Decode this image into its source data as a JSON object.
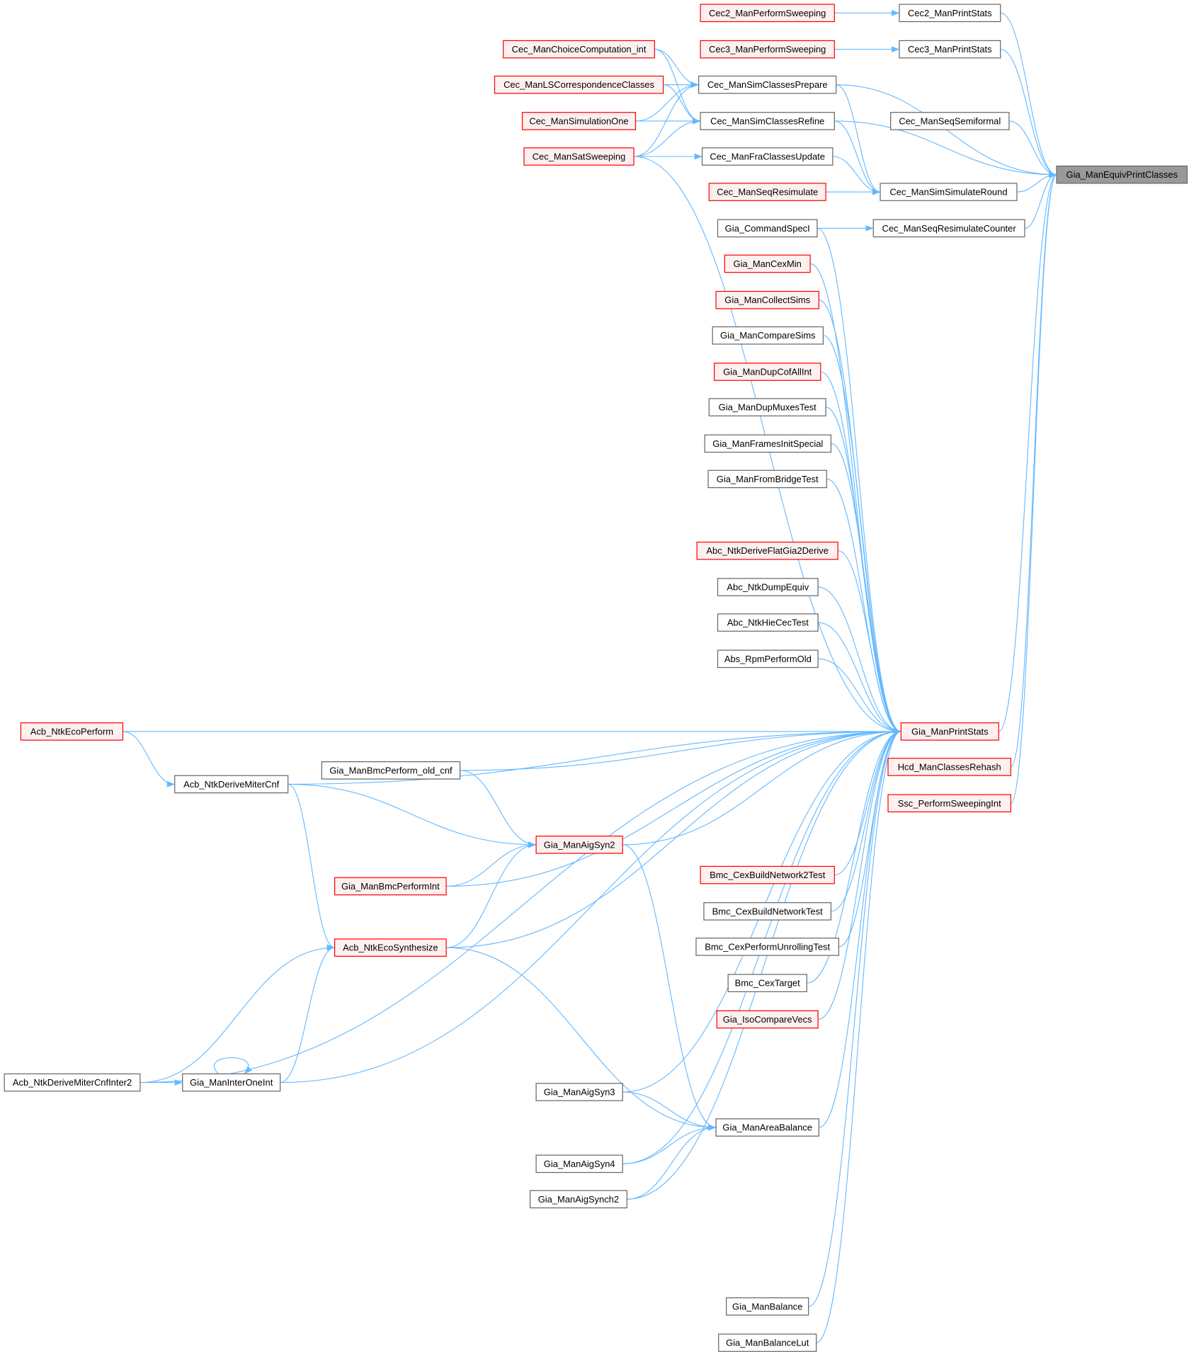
{
  "colors": {
    "edge": "#63b8ff",
    "red_border": "#ff0000",
    "red_fill": "#fff0f0",
    "highlight_fill": "#999999",
    "normal_border": "#666666"
  },
  "nodes": [
    {
      "label": "Cec2_ManPerformSweeping",
      "style": "red"
    },
    {
      "label": "Cec2_ManPrintStats",
      "style": "normal"
    },
    {
      "label": "Cec3_ManPerformSweeping",
      "style": "red"
    },
    {
      "label": "Cec3_ManPrintStats",
      "style": "normal"
    },
    {
      "label": "Cec_ManChoiceComputation_int",
      "style": "red"
    },
    {
      "label": "Cec_ManSimClassesPrepare",
      "style": "normal"
    },
    {
      "label": "Cec_ManLSCorrespondenceClasses",
      "style": "red"
    },
    {
      "label": "Cec_ManSimClassesRefine",
      "style": "normal"
    },
    {
      "label": "Cec_ManSimulationOne",
      "style": "red"
    },
    {
      "label": "Cec_ManSeqSemiformal",
      "style": "normal"
    },
    {
      "label": "Cec_ManSatSweeping",
      "style": "red"
    },
    {
      "label": "Cec_ManFraClassesUpdate",
      "style": "normal"
    },
    {
      "label": "Gia_ManEquivPrintClasses",
      "style": "highlight"
    },
    {
      "label": "Cec_ManSeqResimulate",
      "style": "red"
    },
    {
      "label": "Cec_ManSimSimulateRound",
      "style": "normal"
    },
    {
      "label": "Gia_CommandSpecI",
      "style": "normal"
    },
    {
      "label": "Cec_ManSeqResimulateCounter",
      "style": "normal"
    },
    {
      "label": "Gia_ManCexMin",
      "style": "red"
    },
    {
      "label": "Gia_ManCollectSims",
      "style": "red"
    },
    {
      "label": "Gia_ManCompareSims",
      "style": "normal"
    },
    {
      "label": "Gia_ManDupCofAllInt",
      "style": "red"
    },
    {
      "label": "Gia_ManDupMuxesTest",
      "style": "normal"
    },
    {
      "label": "Gia_ManFramesInitSpecial",
      "style": "normal"
    },
    {
      "label": "Gia_ManFromBridgeTest",
      "style": "normal"
    },
    {
      "label": "Abc_NtkDeriveFlatGia2Derive",
      "style": "red"
    },
    {
      "label": "Abc_NtkDumpEquiv",
      "style": "normal"
    },
    {
      "label": "Abc_NtkHieCecTest",
      "style": "normal"
    },
    {
      "label": "Abs_RpmPerformOld",
      "style": "normal"
    },
    {
      "label": "Gia_ManPrintStats",
      "style": "red"
    },
    {
      "label": "Acb_NtkEcoPerform",
      "style": "red"
    },
    {
      "label": "Acb_NtkDeriveMiterCnf",
      "style": "normal"
    },
    {
      "label": "Gia_ManBmcPerform_old_cnf",
      "style": "normal"
    },
    {
      "label": "Hcd_ManClassesRehash",
      "style": "red"
    },
    {
      "label": "Ssc_PerformSweepingInt",
      "style": "red"
    },
    {
      "label": "Gia_ManAigSyn2",
      "style": "red"
    },
    {
      "label": "Bmc_CexBuildNetwork2Test",
      "style": "red"
    },
    {
      "label": "Gia_ManBmcPerformInt",
      "style": "red"
    },
    {
      "label": "Bmc_CexBuildNetworkTest",
      "style": "normal"
    },
    {
      "label": "Acb_NtkEcoSynthesize",
      "style": "red"
    },
    {
      "label": "Bmc_CexPerformUnrollingTest",
      "style": "normal"
    },
    {
      "label": "Bmc_CexTarget",
      "style": "normal"
    },
    {
      "label": "Gia_IsoCompareVecs",
      "style": "red"
    },
    {
      "label": "Acb_NtkDeriveMiterCnfInter2",
      "style": "normal"
    },
    {
      "label": "Gia_ManInterOneInt",
      "style": "normal"
    },
    {
      "label": "Gia_ManAigSyn3",
      "style": "normal"
    },
    {
      "label": "Gia_ManAreaBalance",
      "style": "normal"
    },
    {
      "label": "Gia_ManAigSyn4",
      "style": "normal"
    },
    {
      "label": "Gia_ManAigSynch2",
      "style": "normal"
    },
    {
      "label": "Gia_ManBalance",
      "style": "normal"
    },
    {
      "label": "Gia_ManBalanceLut",
      "style": "normal"
    }
  ],
  "edges": [
    [
      "Cec2_ManPerformSweeping",
      "Cec2_ManPrintStats"
    ],
    [
      "Cec3_ManPerformSweeping",
      "Cec3_ManPrintStats"
    ],
    [
      "Cec2_ManPrintStats",
      "Gia_ManEquivPrintClasses"
    ],
    [
      "Cec3_ManPrintStats",
      "Gia_ManEquivPrintClasses"
    ],
    [
      "Cec_ManSimClassesPrepare",
      "Gia_ManEquivPrintClasses"
    ],
    [
      "Cec_ManSeqSemiformal",
      "Gia_ManEquivPrintClasses"
    ],
    [
      "Cec_ManSimClassesRefine",
      "Gia_ManEquivPrintClasses"
    ],
    [
      "Cec_ManSimSimulateRound",
      "Gia_ManEquivPrintClasses"
    ],
    [
      "Cec_ManSeqResimulateCounter",
      "Gia_ManEquivPrintClasses"
    ],
    [
      "Gia_ManPrintStats",
      "Gia_ManEquivPrintClasses"
    ],
    [
      "Hcd_ManClassesRehash",
      "Gia_ManEquivPrintClasses"
    ],
    [
      "Ssc_PerformSweepingInt",
      "Gia_ManEquivPrintClasses"
    ],
    [
      "Cec_ManChoiceComputation_int",
      "Cec_ManSimClassesPrepare"
    ],
    [
      "Cec_ManChoiceComputation_int",
      "Cec_ManSimClassesRefine"
    ],
    [
      "Cec_ManLSCorrespondenceClasses",
      "Cec_ManSimClassesPrepare"
    ],
    [
      "Cec_ManLSCorrespondenceClasses",
      "Cec_ManSimClassesRefine"
    ],
    [
      "Cec_ManSimulationOne",
      "Cec_ManSimClassesPrepare"
    ],
    [
      "Cec_ManSimulationOne",
      "Cec_ManSimClassesRefine"
    ],
    [
      "Cec_ManSatSweeping",
      "Cec_ManSimClassesPrepare"
    ],
    [
      "Cec_ManSatSweeping",
      "Cec_ManSimClassesRefine"
    ],
    [
      "Cec_ManSatSweeping",
      "Cec_ManFraClassesUpdate"
    ],
    [
      "Cec_ManSimClassesPrepare",
      "Cec_ManSimSimulateRound"
    ],
    [
      "Cec_ManSimClassesRefine",
      "Cec_ManSimSimulateRound"
    ],
    [
      "Cec_ManFraClassesUpdate",
      "Cec_ManSimSimulateRound"
    ],
    [
      "Cec_ManSeqResimulate",
      "Cec_ManSimSimulateRound"
    ],
    [
      "Gia_CommandSpecI",
      "Cec_ManSeqResimulateCounter"
    ],
    [
      "Gia_CommandSpecI",
      "Gia_ManPrintStats"
    ],
    [
      "Gia_ManCexMin",
      "Gia_ManPrintStats"
    ],
    [
      "Gia_ManCollectSims",
      "Gia_ManPrintStats"
    ],
    [
      "Gia_ManCompareSims",
      "Gia_ManPrintStats"
    ],
    [
      "Gia_ManDupCofAllInt",
      "Gia_ManPrintStats"
    ],
    [
      "Gia_ManDupMuxesTest",
      "Gia_ManPrintStats"
    ],
    [
      "Gia_ManFramesInitSpecial",
      "Gia_ManPrintStats"
    ],
    [
      "Gia_ManFromBridgeTest",
      "Gia_ManPrintStats"
    ],
    [
      "Cec_ManSatSweeping",
      "Gia_ManPrintStats"
    ],
    [
      "Abc_NtkDeriveFlatGia2Derive",
      "Gia_ManPrintStats"
    ],
    [
      "Abc_NtkDumpEquiv",
      "Gia_ManPrintStats"
    ],
    [
      "Abc_NtkHieCecTest",
      "Gia_ManPrintStats"
    ],
    [
      "Abs_RpmPerformOld",
      "Gia_ManPrintStats"
    ],
    [
      "Acb_NtkEcoPerform",
      "Gia_ManPrintStats"
    ],
    [
      "Acb_NtkDeriveMiterCnf",
      "Gia_ManPrintStats"
    ],
    [
      "Gia_ManBmcPerform_old_cnf",
      "Gia_ManPrintStats"
    ],
    [
      "Gia_ManAigSyn2",
      "Gia_ManPrintStats"
    ],
    [
      "Bmc_CexBuildNetwork2Test",
      "Gia_ManPrintStats"
    ],
    [
      "Bmc_CexBuildNetworkTest",
      "Gia_ManPrintStats"
    ],
    [
      "Bmc_CexPerformUnrollingTest",
      "Gia_ManPrintStats"
    ],
    [
      "Bmc_CexTarget",
      "Gia_ManPrintStats"
    ],
    [
      "Gia_IsoCompareVecs",
      "Gia_ManPrintStats"
    ],
    [
      "Acb_NtkEcoSynthesize",
      "Gia_ManPrintStats"
    ],
    [
      "Gia_ManBmcPerformInt",
      "Gia_ManPrintStats"
    ],
    [
      "Gia_ManAigSyn3",
      "Gia_ManPrintStats"
    ],
    [
      "Gia_ManAreaBalance",
      "Gia_ManPrintStats"
    ],
    [
      "Gia_ManAigSyn4",
      "Gia_ManPrintStats"
    ],
    [
      "Gia_ManAigSynch2",
      "Gia_ManPrintStats"
    ],
    [
      "Gia_ManInterOneInt",
      "Gia_ManPrintStats"
    ],
    [
      "Acb_NtkDeriveMiterCnfInter2",
      "Gia_ManPrintStats"
    ],
    [
      "Gia_ManBalance",
      "Gia_ManPrintStats"
    ],
    [
      "Gia_ManBalanceLut",
      "Gia_ManPrintStats"
    ],
    [
      "Acb_NtkEcoPerform",
      "Acb_NtkDeriveMiterCnf"
    ],
    [
      "Acb_NtkDeriveMiterCnf",
      "Gia_ManAigSyn2"
    ],
    [
      "Gia_ManBmcPerform_old_cnf",
      "Gia_ManAigSyn2"
    ],
    [
      "Gia_ManBmcPerformInt",
      "Gia_ManAigSyn2"
    ],
    [
      "Acb_NtkEcoSynthesize",
      "Gia_ManAigSyn2"
    ],
    [
      "Acb_NtkDeriveMiterCnf",
      "Acb_NtkEcoSynthesize"
    ],
    [
      "Gia_ManAigSyn2",
      "Gia_ManAreaBalance"
    ],
    [
      "Gia_ManAigSyn3",
      "Gia_ManAreaBalance"
    ],
    [
      "Gia_ManAigSyn4",
      "Gia_ManAreaBalance"
    ],
    [
      "Gia_ManAigSynch2",
      "Gia_ManAreaBalance"
    ],
    [
      "Acb_NtkEcoSynthesize",
      "Gia_ManAreaBalance"
    ],
    [
      "Acb_NtkDeriveMiterCnfInter2",
      "Acb_NtkEcoSynthesize"
    ],
    [
      "Gia_ManInterOneInt",
      "Acb_NtkEcoSynthesize"
    ],
    [
      "Acb_NtkDeriveMiterCnfInter2",
      "Gia_ManInterOneInt"
    ],
    [
      "Gia_ManInterOneInt",
      "Gia_ManInterOneInt"
    ]
  ]
}
